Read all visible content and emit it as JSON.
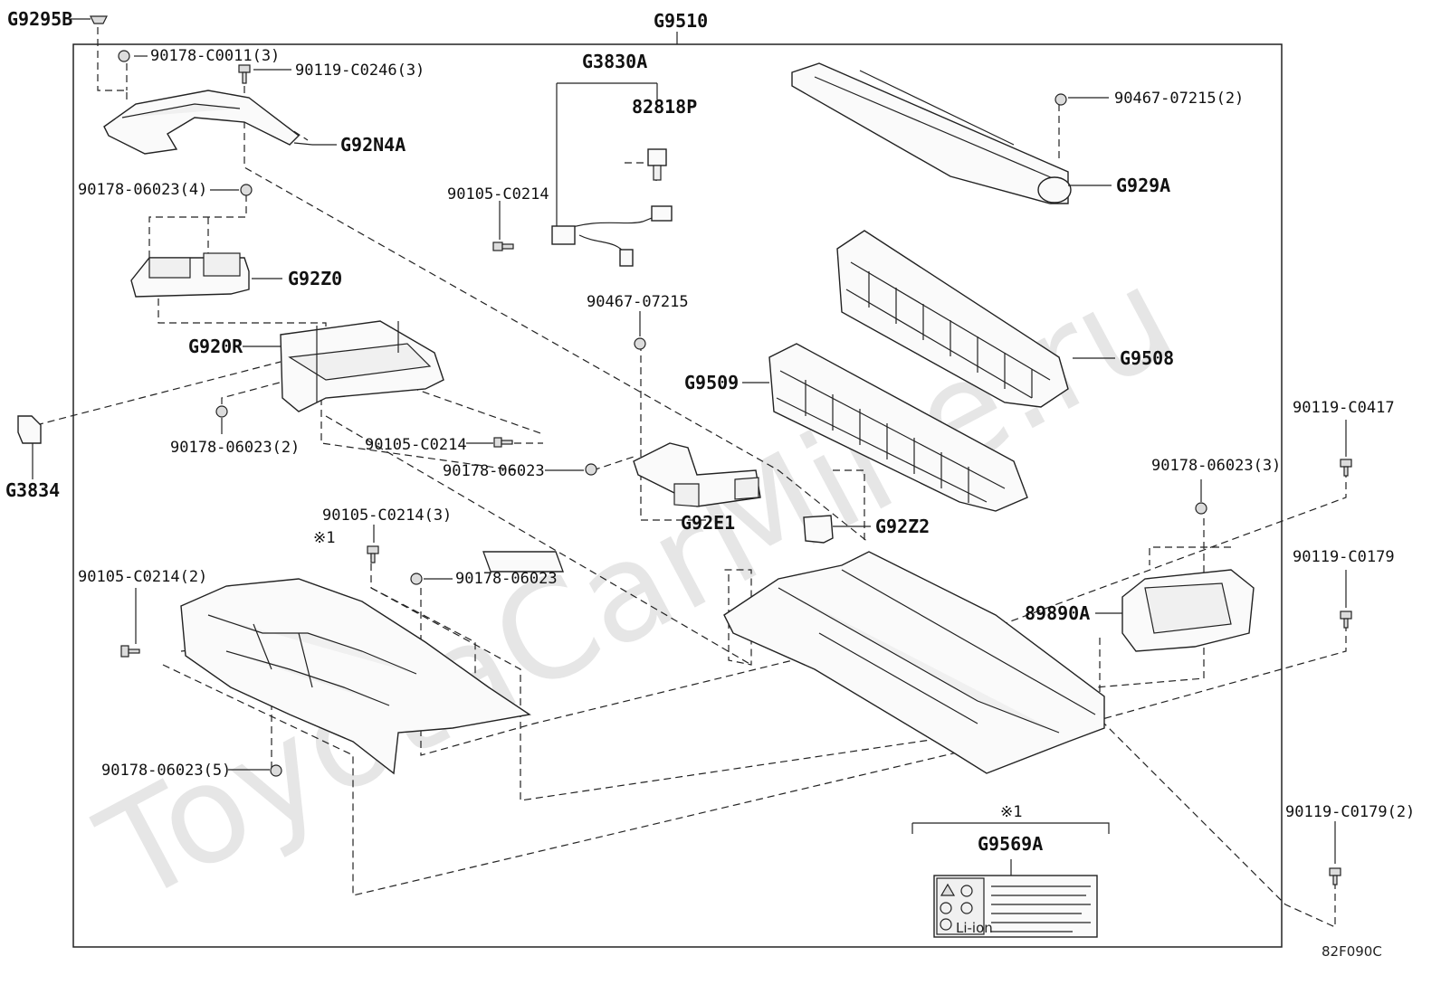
{
  "watermark": "ToyotaCarMine.ru",
  "diagram_code": "82F090C",
  "note_mark": "※1",
  "labels": {
    "g9295b": "G9295B",
    "g9510": "G9510",
    "p90178_c0011_3": "90178-C0011(3)",
    "p90119_c0246_3": "90119-C0246(3)",
    "g92n4a": "G92N4A",
    "g3830a": "G3830A",
    "p82818p": "82818P",
    "p90105_c0214_a": "90105-C0214",
    "p90467_07215_2": "90467-07215(2)",
    "g929a": "G929A",
    "p90178_06023_4": "90178-06023(4)",
    "g92z0": "G92Z0",
    "p90467_07215": "90467-07215",
    "g920r": "G920R",
    "g9509": "G9509",
    "g9508": "G9508",
    "p90178_06023_2": "90178-06023(2)",
    "p90105_c0214_b": "90105-C0214",
    "p90178_06023_a": "90178-06023",
    "g3834": "G3834",
    "p90119_c0417": "90119-C0417",
    "p90178_06023_3": "90178-06023(3)",
    "g92e1": "G92E1",
    "g92z2": "G92Z2",
    "p90105_c0214_3": "90105-C0214(3)",
    "note1_a": "※1",
    "p90105_c0214_2": "90105-C0214(2)",
    "p90178_06023_b": "90178-06023",
    "p90119_c0179": "90119-C0179",
    "p89890a": "89890A",
    "p90178_06023_5": "90178-06023(5)",
    "p90119_c0179_2": "90119-C0179(2)",
    "note1_b": "※1",
    "g9569a": "G9569A"
  },
  "label_sheet": {
    "badge": "Li-ion"
  }
}
